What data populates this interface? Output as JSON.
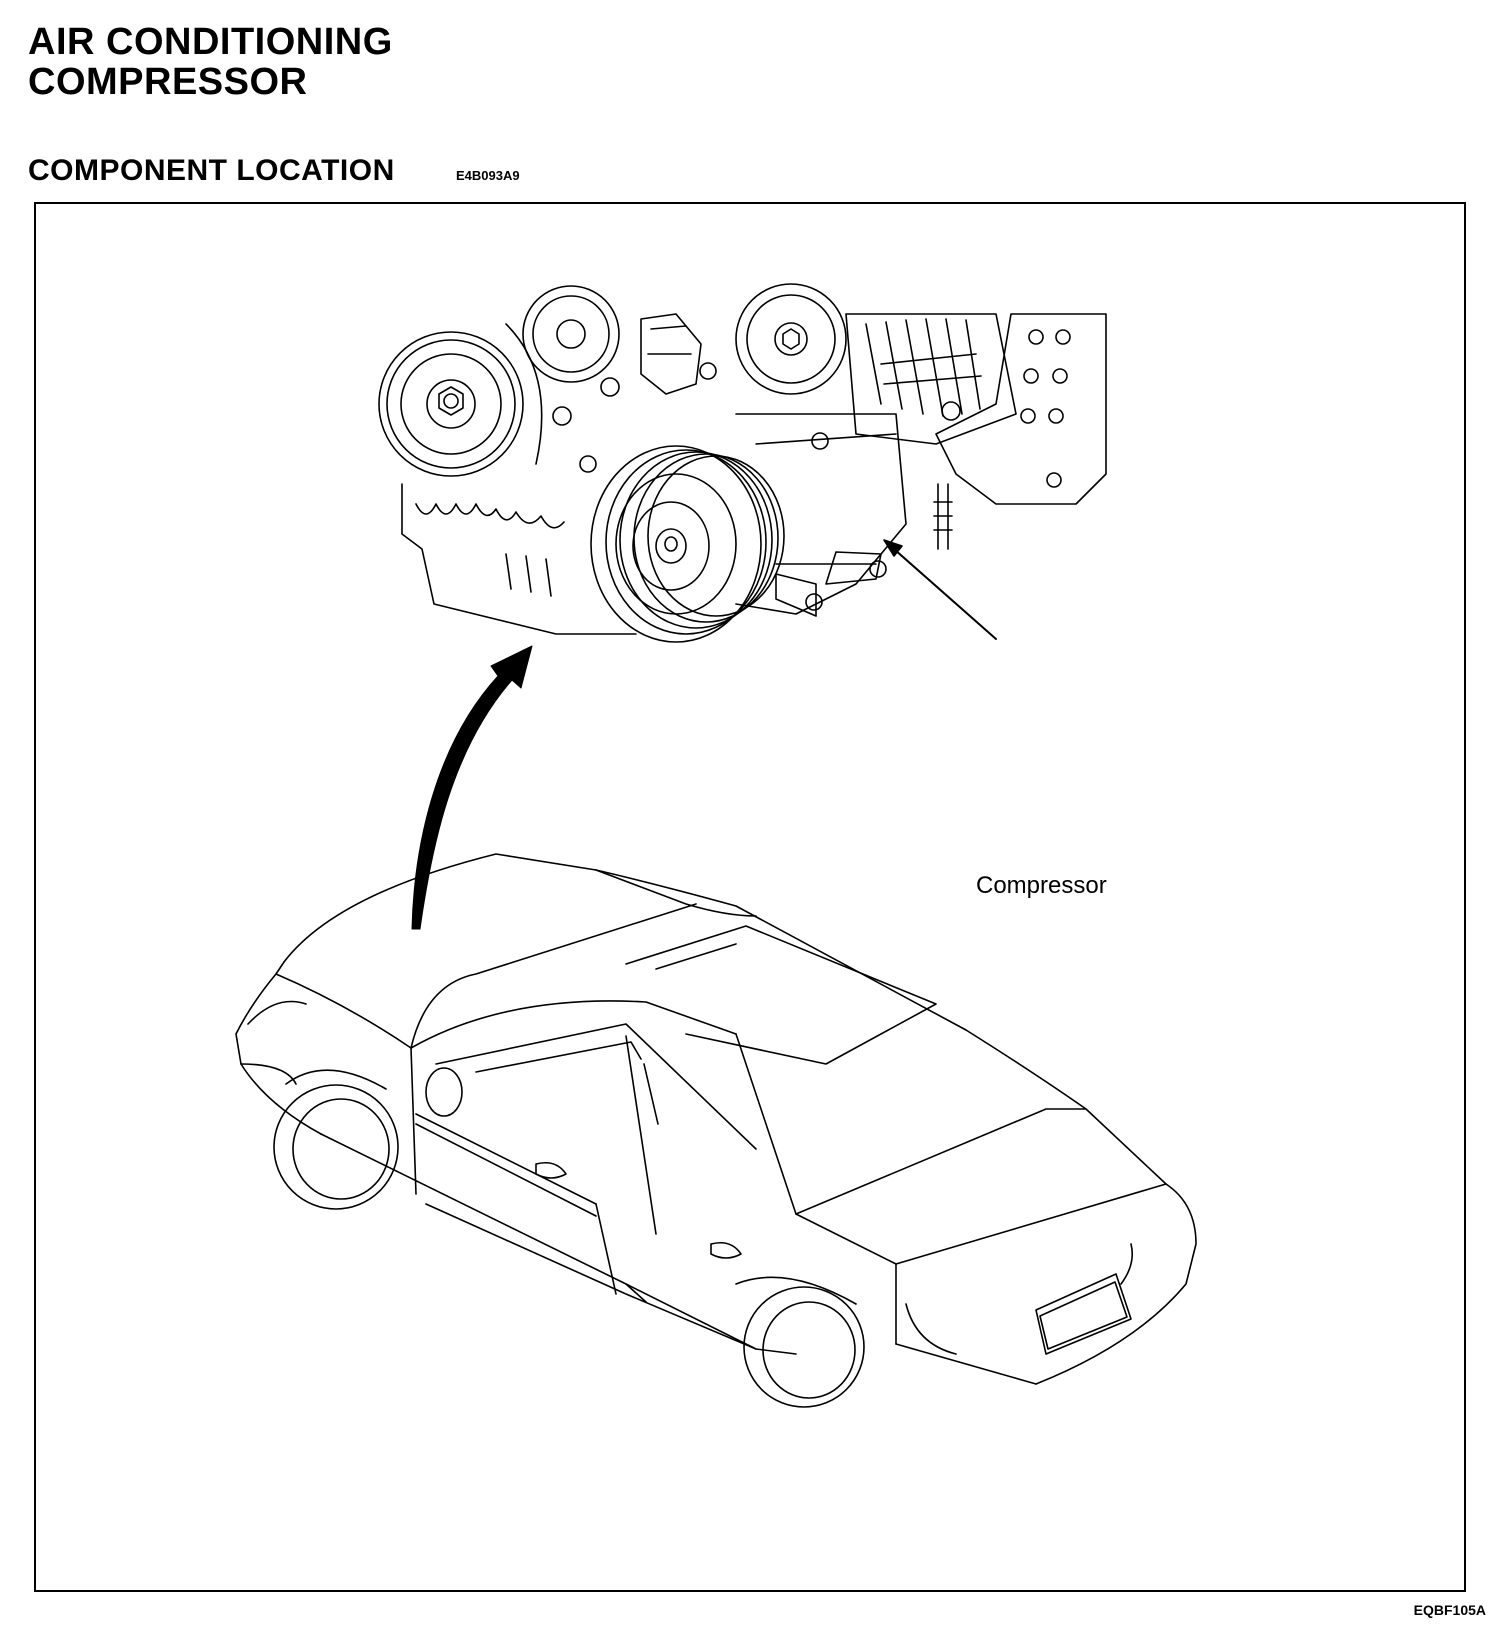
{
  "header": {
    "title_line1": "AIR CONDITIONING",
    "title_line2": "COMPRESSOR"
  },
  "section": {
    "heading": "COMPONENT LOCATION",
    "code": "E4B093A9"
  },
  "figure": {
    "callout_label": "Compressor",
    "figure_code": "EQBF105A"
  }
}
